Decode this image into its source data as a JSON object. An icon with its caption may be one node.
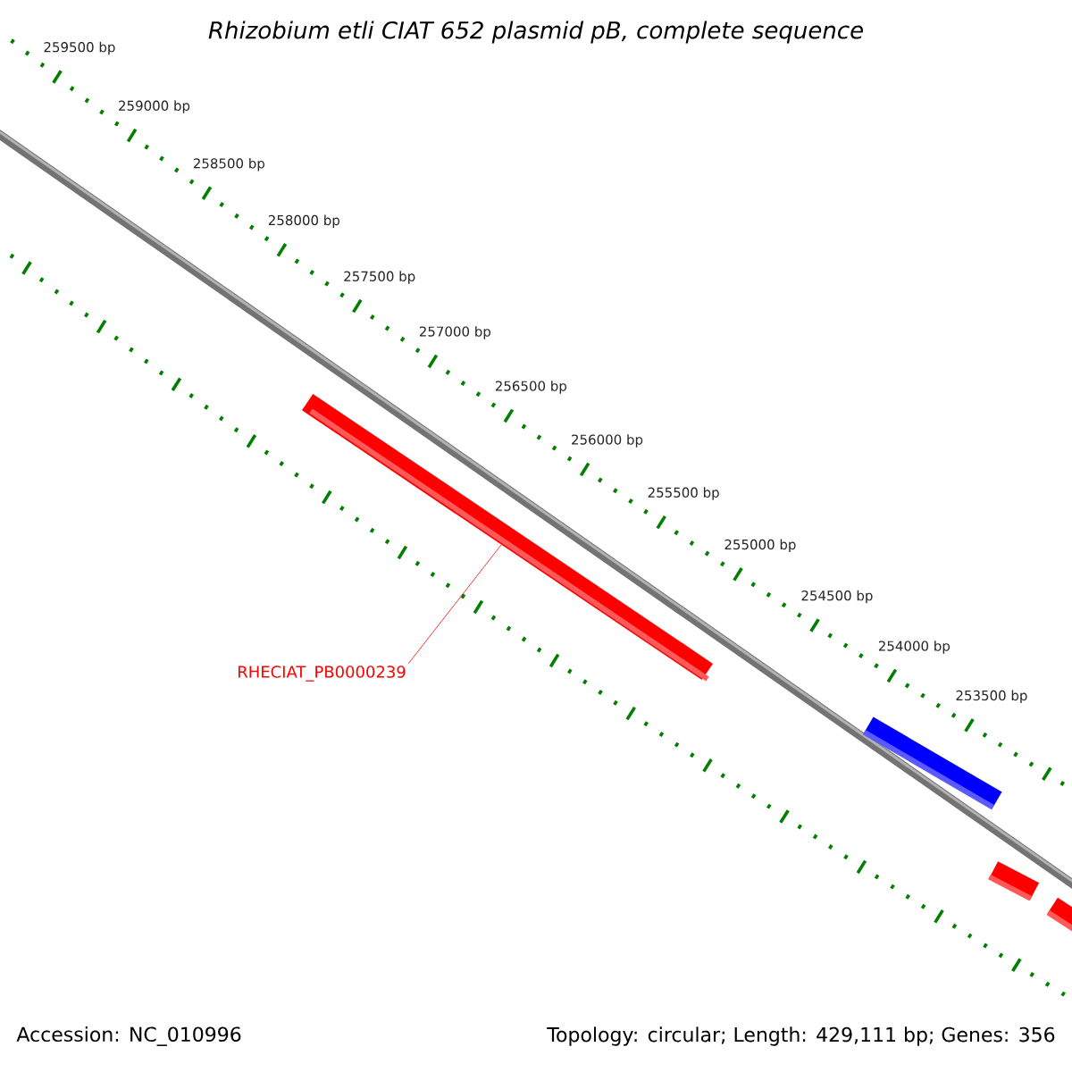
{
  "diagram": {
    "title": "Rhizobium etli CIAT 652 plasmid pB, complete sequence",
    "nodes": [
      {
        "text": [
          "RHECIAT_PB0000239"
        ]
      },
      {
        "text": [],
        "shape": "bar"
      }
    ],
    "edges": [
      {
        "from": 0,
        "to": 1,
        "arrow": "none",
        "color": "#ff0000"
      }
    ],
    "labels": [
      "259500 bp",
      "259000 bp",
      "258500 bp",
      "258000 bp",
      "257500 bp",
      "257000 bp",
      "256500 bp",
      "256000 bp",
      "255500 bp",
      "255000 bp",
      "254500 bp",
      "254000 bp",
      "253500 bp",
      "Accession: NC_010996",
      "Topology: circular; Length: 429,111 bp; Genes: 356"
    ]
  }
}
